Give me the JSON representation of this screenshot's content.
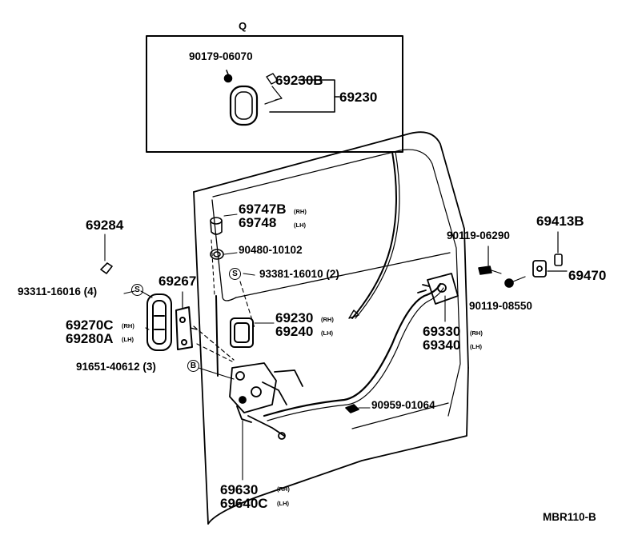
{
  "inset_title": "Q",
  "labels": {
    "p90179": "90179-06070",
    "p69230B": "69230B",
    "p69230_inset": "69230",
    "p69747B": "69747B",
    "p69747B_side": "(RH)",
    "p69748": "69748",
    "p69748_side": "(LH)",
    "p90480": "90480-10102",
    "s_mark": "S",
    "p93381": "93381-16010 (2)",
    "p69284": "69284",
    "p93311": "93311-16016 (4)",
    "p69267": "69267",
    "p69270C": "69270C",
    "p69270C_side": "(RH)",
    "p69280A": "69280A",
    "p69280A_side": "(LH)",
    "p69230": "69230",
    "p69230_side": "(RH)",
    "p69240": "69240",
    "p69240_side": "(LH)",
    "p91651": "91651-40612 (3)",
    "b_mark": "B",
    "p90959": "90959-01064",
    "p69630": "69630",
    "p69630_side": "(RH)",
    "p69640C": "69640C",
    "p69640C_side": "(LH)",
    "p90119a": "90119-06290",
    "p69413B": "69413B",
    "p69470": "69470",
    "p90119b": "90119-08550",
    "p69330": "69330",
    "p69330_side": "(RH)",
    "p69340": "69340",
    "p69340_side": "(LH)",
    "diagram_code": "MBR110-B"
  }
}
